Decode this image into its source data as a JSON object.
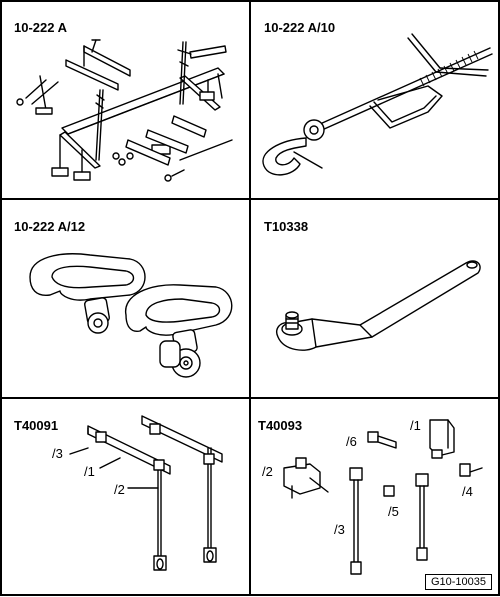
{
  "cells": [
    {
      "title": "10-222 A"
    },
    {
      "title": "10-222 A/10"
    },
    {
      "title": "10-222 A/12"
    },
    {
      "title": "T10338"
    },
    {
      "title": "T40091",
      "callouts": [
        "/3",
        "/1",
        "/2"
      ]
    },
    {
      "title": "T40093",
      "callouts": [
        "/6",
        "/1",
        "/2",
        "/4",
        "/3",
        "/5"
      ]
    }
  ],
  "figure_ref": "G10-10035"
}
